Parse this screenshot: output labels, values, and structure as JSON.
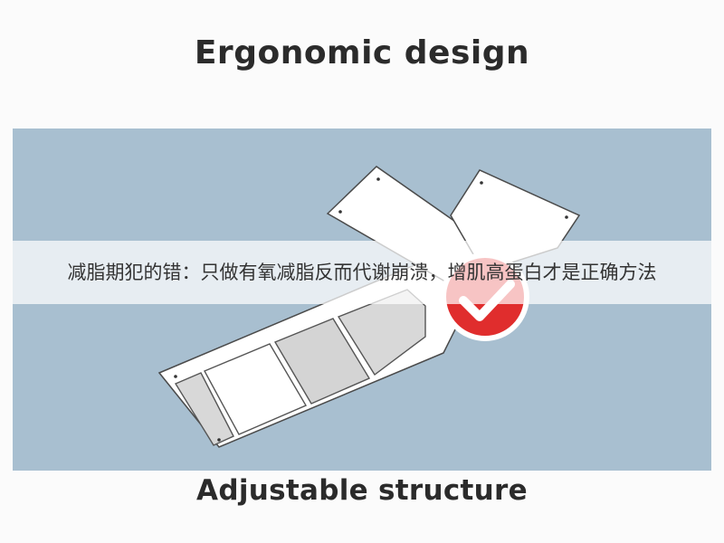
{
  "header": {
    "title": "Ergonomic design"
  },
  "footer": {
    "caption": "Adjustable structure"
  },
  "overlay": {
    "caption": "减脂期犯的错：只做有氧减脂反而代谢崩溃，增肌高蛋白才是正确方法"
  },
  "illustration": {
    "background_color": "#a8bfd0",
    "badge_color": "#e02d2d",
    "badge_icon": "checkmark-icon"
  }
}
